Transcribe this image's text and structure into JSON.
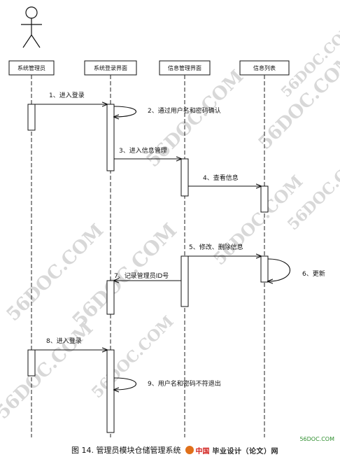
{
  "actors": [
    {
      "key": "admin",
      "label": "系统管理员"
    },
    {
      "key": "login",
      "label": "系统登录界面"
    },
    {
      "key": "info",
      "label": "信息管理界面"
    },
    {
      "key": "list",
      "label": "信息列表"
    }
  ],
  "messages": [
    {
      "label": "1、进入登录"
    },
    {
      "label": "2、通过用户名和密码确认"
    },
    {
      "label": "3、进入信息管理"
    },
    {
      "label": "4、查看信息"
    },
    {
      "label": "5、修改、删除信息"
    },
    {
      "label": "6、更新"
    },
    {
      "label": "7、记录管理员ID号"
    },
    {
      "label": "8、进入登录"
    },
    {
      "label": "9、用户名和密码不符退出"
    }
  ],
  "watermark": "56DOC.COM",
  "caption": {
    "text": "图 14. 管理员模块仓储管理系统",
    "logo_cn": "中国",
    "logo_main": "毕业设计（论文）网",
    "site": "56DOC.COM"
  }
}
